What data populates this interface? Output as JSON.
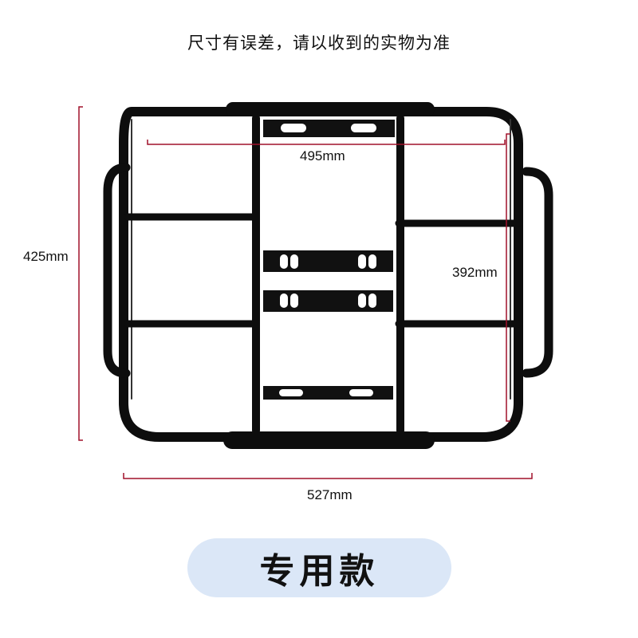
{
  "header": {
    "notice": "尺寸有误差，请以收到的实物为准"
  },
  "dimensions": {
    "inner_width": "495mm",
    "total_height": "425mm",
    "inner_height": "392mm",
    "total_width": "527mm",
    "line_color": "#a0102a"
  },
  "product": {
    "name": "rear-cargo-rack",
    "frame_color": "#0d0d0d"
  },
  "badge": {
    "label": "专用款",
    "background": "#dbe7f7"
  }
}
